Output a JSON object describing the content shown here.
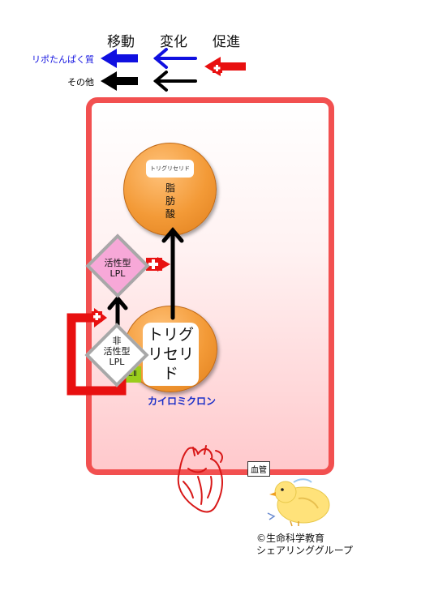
{
  "legend": {
    "headers": {
      "move": "移動",
      "change": "変化",
      "promote": "促進"
    },
    "lipoprotein_label": "リポたんぱく質",
    "other_label": "その他",
    "colors": {
      "lipoprotein": "#1010e0",
      "other": "#000000",
      "promote": "#e81010"
    }
  },
  "fatty_acid": {
    "tag": "トリグリセリド",
    "text": "脂\n肪\n酸"
  },
  "chylomicron": {
    "tg_text": "トリグ\nリセリ\nド",
    "cii": "CⅡ",
    "label": "カイロミクロン"
  },
  "active_lpl": {
    "line1": "活性型",
    "line2": "LPL",
    "color": "#f7a8d8"
  },
  "inactive_lpl": {
    "line1": "非",
    "line2": "活性型",
    "line3": "LPL"
  },
  "vessel_label": "血管",
  "copyright": {
    "line1": "©生命科学教育",
    "line2": "シェアリンググループ"
  },
  "colors": {
    "vessel_border": "#f25050",
    "chylomicron_label": "#1a2ec8"
  }
}
